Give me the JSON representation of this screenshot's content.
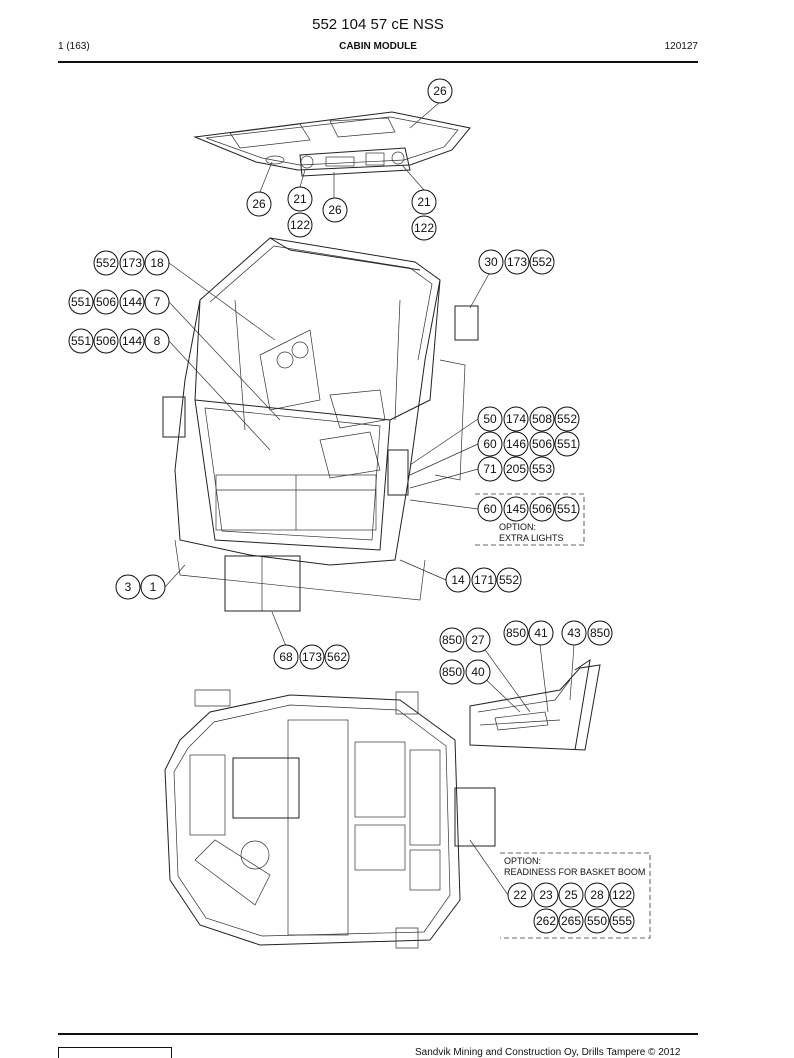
{
  "header": {
    "doc_number": "552 104 57 cE NSS",
    "page_count": "1 (163)",
    "section_title": "CABIN MODULE",
    "doc_date": "120127"
  },
  "footer": {
    "copyright": "Sandvik Mining and Construction Oy, Drills Tampere © 2012"
  },
  "options": {
    "extra_lights": [
      "OPTION:",
      "EXTRA LIGHTS"
    ],
    "basket_boom": [
      "OPTION:",
      "READINESS FOR BASKET BOOM"
    ]
  },
  "callouts": {
    "roof": [
      [
        "26"
      ],
      [
        "26"
      ],
      [
        "21",
        "122"
      ],
      [
        "26"
      ],
      [
        "21",
        "122"
      ]
    ],
    "cabin": [
      [
        "552",
        "173",
        "18"
      ],
      [
        "551",
        "506",
        "144",
        "7"
      ],
      [
        "551",
        "506",
        "144",
        "8"
      ],
      [
        "30",
        "173",
        "552"
      ],
      [
        "50",
        "174",
        "508",
        "552"
      ],
      [
        "60",
        "146",
        "506",
        "551"
      ],
      [
        "71",
        "205",
        "553"
      ],
      [
        "60",
        "145",
        "506",
        "551"
      ],
      [
        "3",
        "1"
      ],
      [
        "14",
        "171",
        "552"
      ],
      [
        "68",
        "173",
        "562"
      ]
    ],
    "detail": [
      [
        "850",
        "27"
      ],
      [
        "850",
        "41"
      ],
      [
        "43",
        "850"
      ],
      [
        "850",
        "40"
      ]
    ],
    "top_view": [
      [
        "22",
        "23",
        "25",
        "28",
        "122"
      ],
      [
        "262",
        "265",
        "550",
        "555"
      ]
    ]
  }
}
